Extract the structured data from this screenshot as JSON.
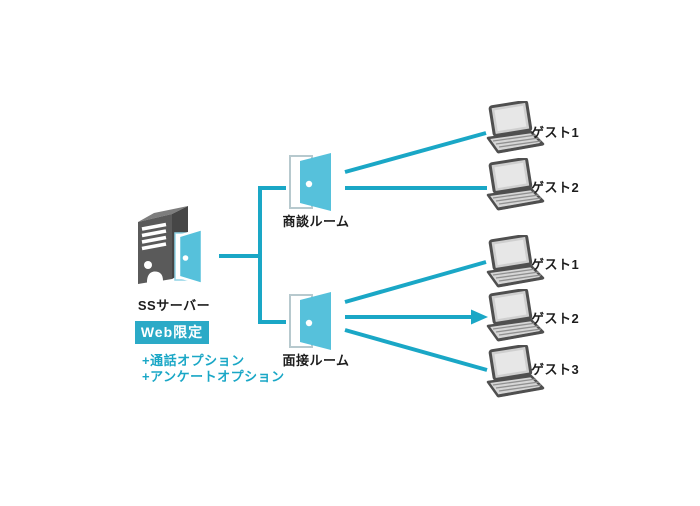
{
  "server": {
    "label": "SSサーバー",
    "badge": "Web限定",
    "options": [
      "+通話オプション",
      "+アンケートオプション"
    ]
  },
  "rooms": [
    {
      "label": "商談ルーム",
      "guests": [
        "ゲスト1",
        "ゲスト2"
      ]
    },
    {
      "label": "面接ルーム",
      "guests": [
        "ゲスト1",
        "ゲスト2",
        "ゲスト3"
      ]
    }
  ],
  "colors": {
    "accent_teal": "#1aa7c6",
    "door_fill": "#56c1db",
    "badge_bg": "#2baac7",
    "server_dark": "#5a5a5a",
    "server_top": "#7d7d7d",
    "server_side": "#464646",
    "laptop_stroke": "#4f4f4f"
  }
}
